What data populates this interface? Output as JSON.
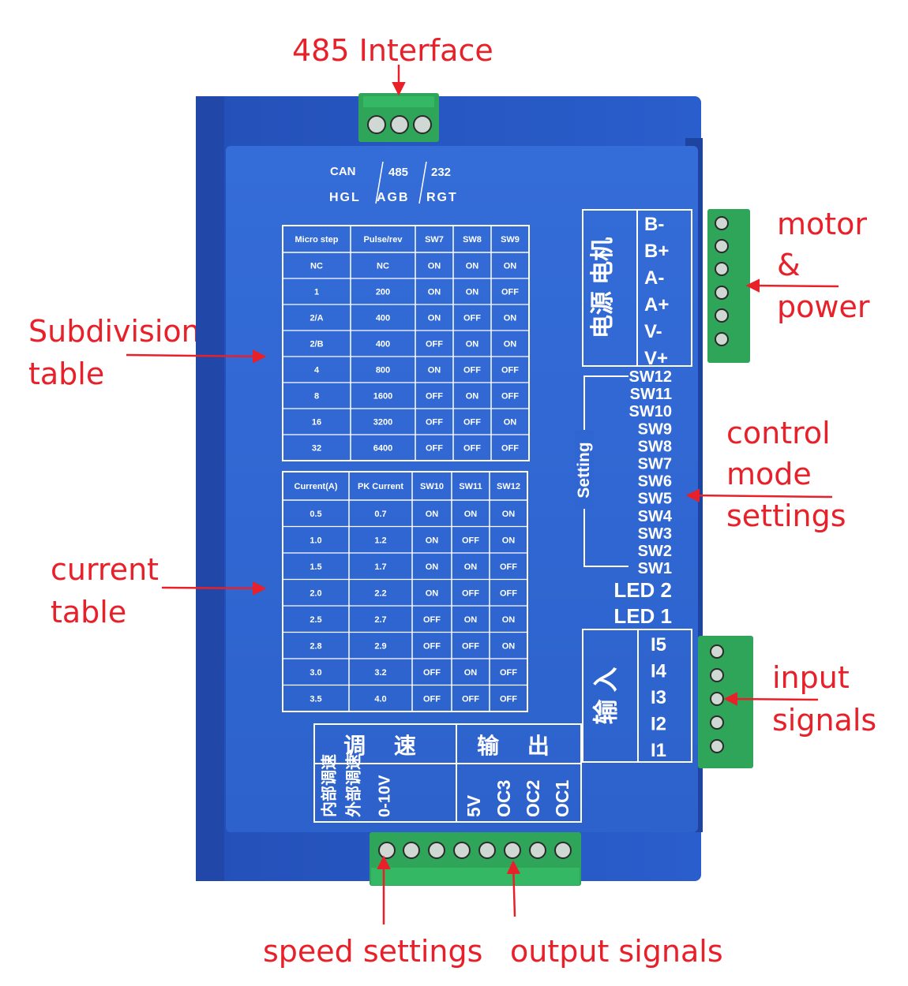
{
  "callouts": {
    "interface_485": "485 Interface",
    "motor_power": [
      "motor",
      "&",
      "power"
    ],
    "subdivision_table": [
      "Subdivision",
      "table"
    ],
    "current_table": [
      "current",
      "table"
    ],
    "control_mode": [
      "control",
      "mode",
      "settings"
    ],
    "input_signals": [
      "input",
      "signals"
    ],
    "speed_settings": "speed settings",
    "output_signals": "output signals"
  },
  "device": {
    "comm_top": [
      "CAN",
      "485",
      "232"
    ],
    "comm_bottom": [
      "HGL",
      "AGB",
      "RGT"
    ],
    "power_group_label": "电源 电机",
    "power_pins": [
      "B-",
      "B+",
      "A-",
      "A+",
      "V-",
      "V+"
    ],
    "setting_label": "Setting",
    "switches": [
      "SW12",
      "SW11",
      "SW10",
      "SW9",
      "SW8",
      "SW7",
      "SW6",
      "SW5",
      "SW4",
      "SW3",
      "SW2",
      "SW1"
    ],
    "leds": [
      "LED 2",
      "LED 1"
    ],
    "input_group_label": "输 入",
    "input_pins": [
      "I5",
      "I4",
      "I3",
      "I2",
      "I1"
    ],
    "speed_header": "调 速",
    "output_header": "输 出",
    "speed_pins": [
      "内部调速",
      "外部调速",
      "0-10V"
    ],
    "output_pins": [
      "5V",
      "OC3",
      "OC2",
      "OC1"
    ]
  },
  "subdivision_table": {
    "headers": [
      "Micro step",
      "Pulse/rev",
      "SW7",
      "SW8",
      "SW9"
    ],
    "rows": [
      [
        "NC",
        "NC",
        "ON",
        "ON",
        "ON"
      ],
      [
        "1",
        "200",
        "ON",
        "ON",
        "OFF"
      ],
      [
        "2/A",
        "400",
        "ON",
        "OFF",
        "ON"
      ],
      [
        "2/B",
        "400",
        "OFF",
        "ON",
        "ON"
      ],
      [
        "4",
        "800",
        "ON",
        "OFF",
        "OFF"
      ],
      [
        "8",
        "1600",
        "OFF",
        "ON",
        "OFF"
      ],
      [
        "16",
        "3200",
        "OFF",
        "OFF",
        "ON"
      ],
      [
        "32",
        "6400",
        "OFF",
        "OFF",
        "OFF"
      ]
    ]
  },
  "current_table": {
    "headers": [
      "Current(A)",
      "PK Current",
      "SW10",
      "SW11",
      "SW12"
    ],
    "rows": [
      [
        "0.5",
        "0.7",
        "ON",
        "ON",
        "ON"
      ],
      [
        "1.0",
        "1.2",
        "ON",
        "OFF",
        "ON"
      ],
      [
        "1.5",
        "1.7",
        "ON",
        "ON",
        "OFF"
      ],
      [
        "2.0",
        "2.2",
        "ON",
        "OFF",
        "OFF"
      ],
      [
        "2.5",
        "2.7",
        "OFF",
        "ON",
        "ON"
      ],
      [
        "2.8",
        "2.9",
        "OFF",
        "OFF",
        "ON"
      ],
      [
        "3.0",
        "3.2",
        "OFF",
        "ON",
        "OFF"
      ],
      [
        "3.5",
        "4.0",
        "OFF",
        "OFF",
        "OFF"
      ]
    ]
  },
  "colors": {
    "annotation": "#e8202a",
    "device_body": "#2a5bc6",
    "device_face": "#2f66d2",
    "terminal_green": "#2fa55a",
    "label_white": "#ffffff"
  }
}
